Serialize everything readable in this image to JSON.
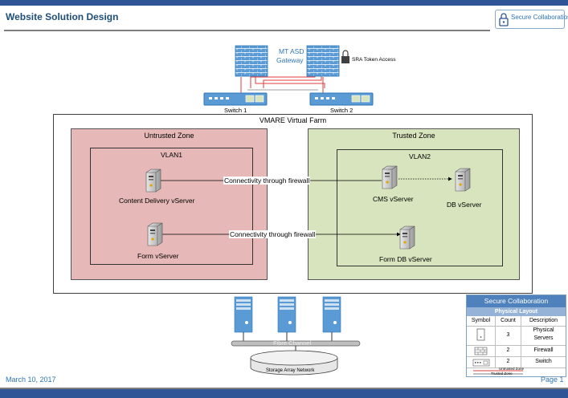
{
  "header": {
    "title": "Website Solution Design"
  },
  "logo": {
    "text": "Secure Collaboration"
  },
  "footer": {
    "date": "March 10, 2017",
    "page": "Page 1"
  },
  "gateway": {
    "label_line1": "MT ASD",
    "label_line2": "Gateway",
    "sra_label": "SRA Token Access"
  },
  "switches": {
    "switch1": "Switch 1",
    "switch2": "Switch 2"
  },
  "farm": {
    "label": "VMARE Virtual Farm"
  },
  "untrusted": {
    "label": "Untrusted Zone",
    "vlan": "VLAN1",
    "server1": "Content Delivery vServer",
    "server2": "Form vServer"
  },
  "trusted": {
    "label": "Trusted Zone",
    "vlan": "VLAN2",
    "server1": "CMS vServer",
    "server2": "DB vServer",
    "server3": "Form DB vServer"
  },
  "connections": {
    "conn1": "Connectivity through firewall",
    "conn2": "Connectivity through firewall"
  },
  "storage": {
    "bus_label": "Fibre Channel",
    "label": "Storage Array Network"
  },
  "legend": {
    "title": "Secure Collaboration",
    "subtitle": "Physical Layout",
    "headers": {
      "symbol": "Symbol",
      "count": "Count",
      "description": "Description"
    },
    "rows": [
      {
        "count": "3",
        "description_line1": "Physical",
        "description_line2": "Servers"
      },
      {
        "count": "2",
        "description": "Firewall"
      },
      {
        "count": "2",
        "description": "Switch"
      }
    ],
    "zone_untrusted": "Untrusted Zone",
    "zone_trusted": "Trusted Zone"
  },
  "colors": {
    "brand": "#2f5597",
    "untrusted_zone": "#e6b9b8",
    "trusted_zone": "#d7e4bd",
    "firewall": "#4a90d9",
    "link_red": "#e23b3b"
  }
}
